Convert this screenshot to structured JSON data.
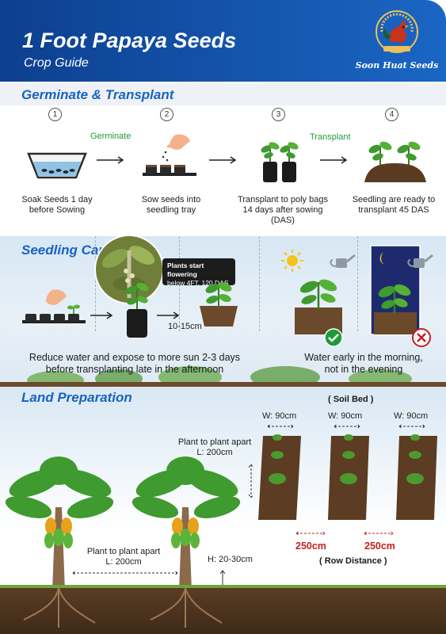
{
  "header": {
    "title": "1 Foot Papaya Seeds",
    "subtitle": "Crop Guide",
    "brand": "Soon Huat Seeds",
    "logo_icon": "rooster-logo-icon",
    "colors": {
      "header_bg": "#1a66c4",
      "accent_green": "#1f9a3a",
      "warning_red": "#c42020"
    }
  },
  "sections": {
    "germinate": {
      "title": "Germinate & Transplant",
      "phase_labels": [
        "Germinate",
        "Transplant"
      ],
      "steps": [
        {
          "num": "1",
          "caption_lines": [
            "Soak Seeds 1 day",
            "before Sowing"
          ]
        },
        {
          "num": "2",
          "caption_lines": [
            "Sow seeds into",
            "seedling tray"
          ]
        },
        {
          "num": "3",
          "caption_lines": [
            "Transplant to poly bags",
            "14 days after sowing",
            "(DAS)"
          ]
        },
        {
          "num": "4",
          "caption_lines": [
            "Seedling are ready to",
            "transplant 45 DAS"
          ]
        }
      ]
    },
    "seedling_care": {
      "title": "Seedling Care",
      "bubble_lines": [
        "Plants start flowering",
        "below 4FT, 120 DAS"
      ],
      "measure": "10-15cm",
      "caption_left": [
        "Reduce water and expose to more sun 2-3 days",
        "before transplanting late in the afternoon"
      ],
      "caption_right": [
        "Water early in the morning,",
        "not in the evening"
      ]
    },
    "land_prep": {
      "title": "Land Preparation",
      "soil_bed": "( Soil Bed )",
      "bed_width": "W: 90cm",
      "bed_plant_apart": [
        "Plant to plant apart",
        "L: 200cm"
      ],
      "row_distance": "250cm",
      "row_distance_label": "( Row Distance )",
      "tree_plant_apart": [
        "Plant to plant apart",
        "L: 200cm"
      ],
      "height": "H: 20-30cm"
    }
  }
}
